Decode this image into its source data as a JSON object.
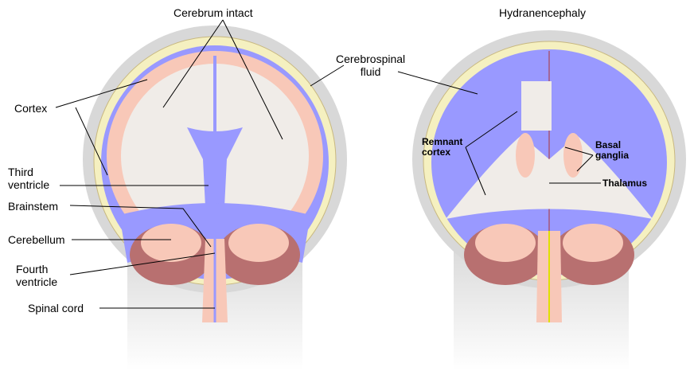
{
  "titles": {
    "left": "Cerebrum intact",
    "right": "Hydranencephaly"
  },
  "labels": {
    "cortex": "Cortex",
    "third_ventricle": [
      "Third",
      "ventricle"
    ],
    "brainstem": "Brainstem",
    "cerebellum": "Cerebellum",
    "fourth_ventricle": [
      "Fourth",
      "ventricle"
    ],
    "spinal_cord": "Spinal cord",
    "csf": [
      "Cerebrospinal",
      "fluid"
    ],
    "remnant_cortex": [
      "Remnant",
      "cortex"
    ],
    "basal_ganglia": [
      "Basal",
      "ganglia"
    ],
    "thalamus": "Thalamus"
  },
  "colors": {
    "csf": "#9999ff",
    "skull": "#f5f0c0",
    "head": "#d8d8d8",
    "brain": "#f0ece8",
    "pink": "#f8c8b8",
    "cerebellum": "#b87070"
  }
}
